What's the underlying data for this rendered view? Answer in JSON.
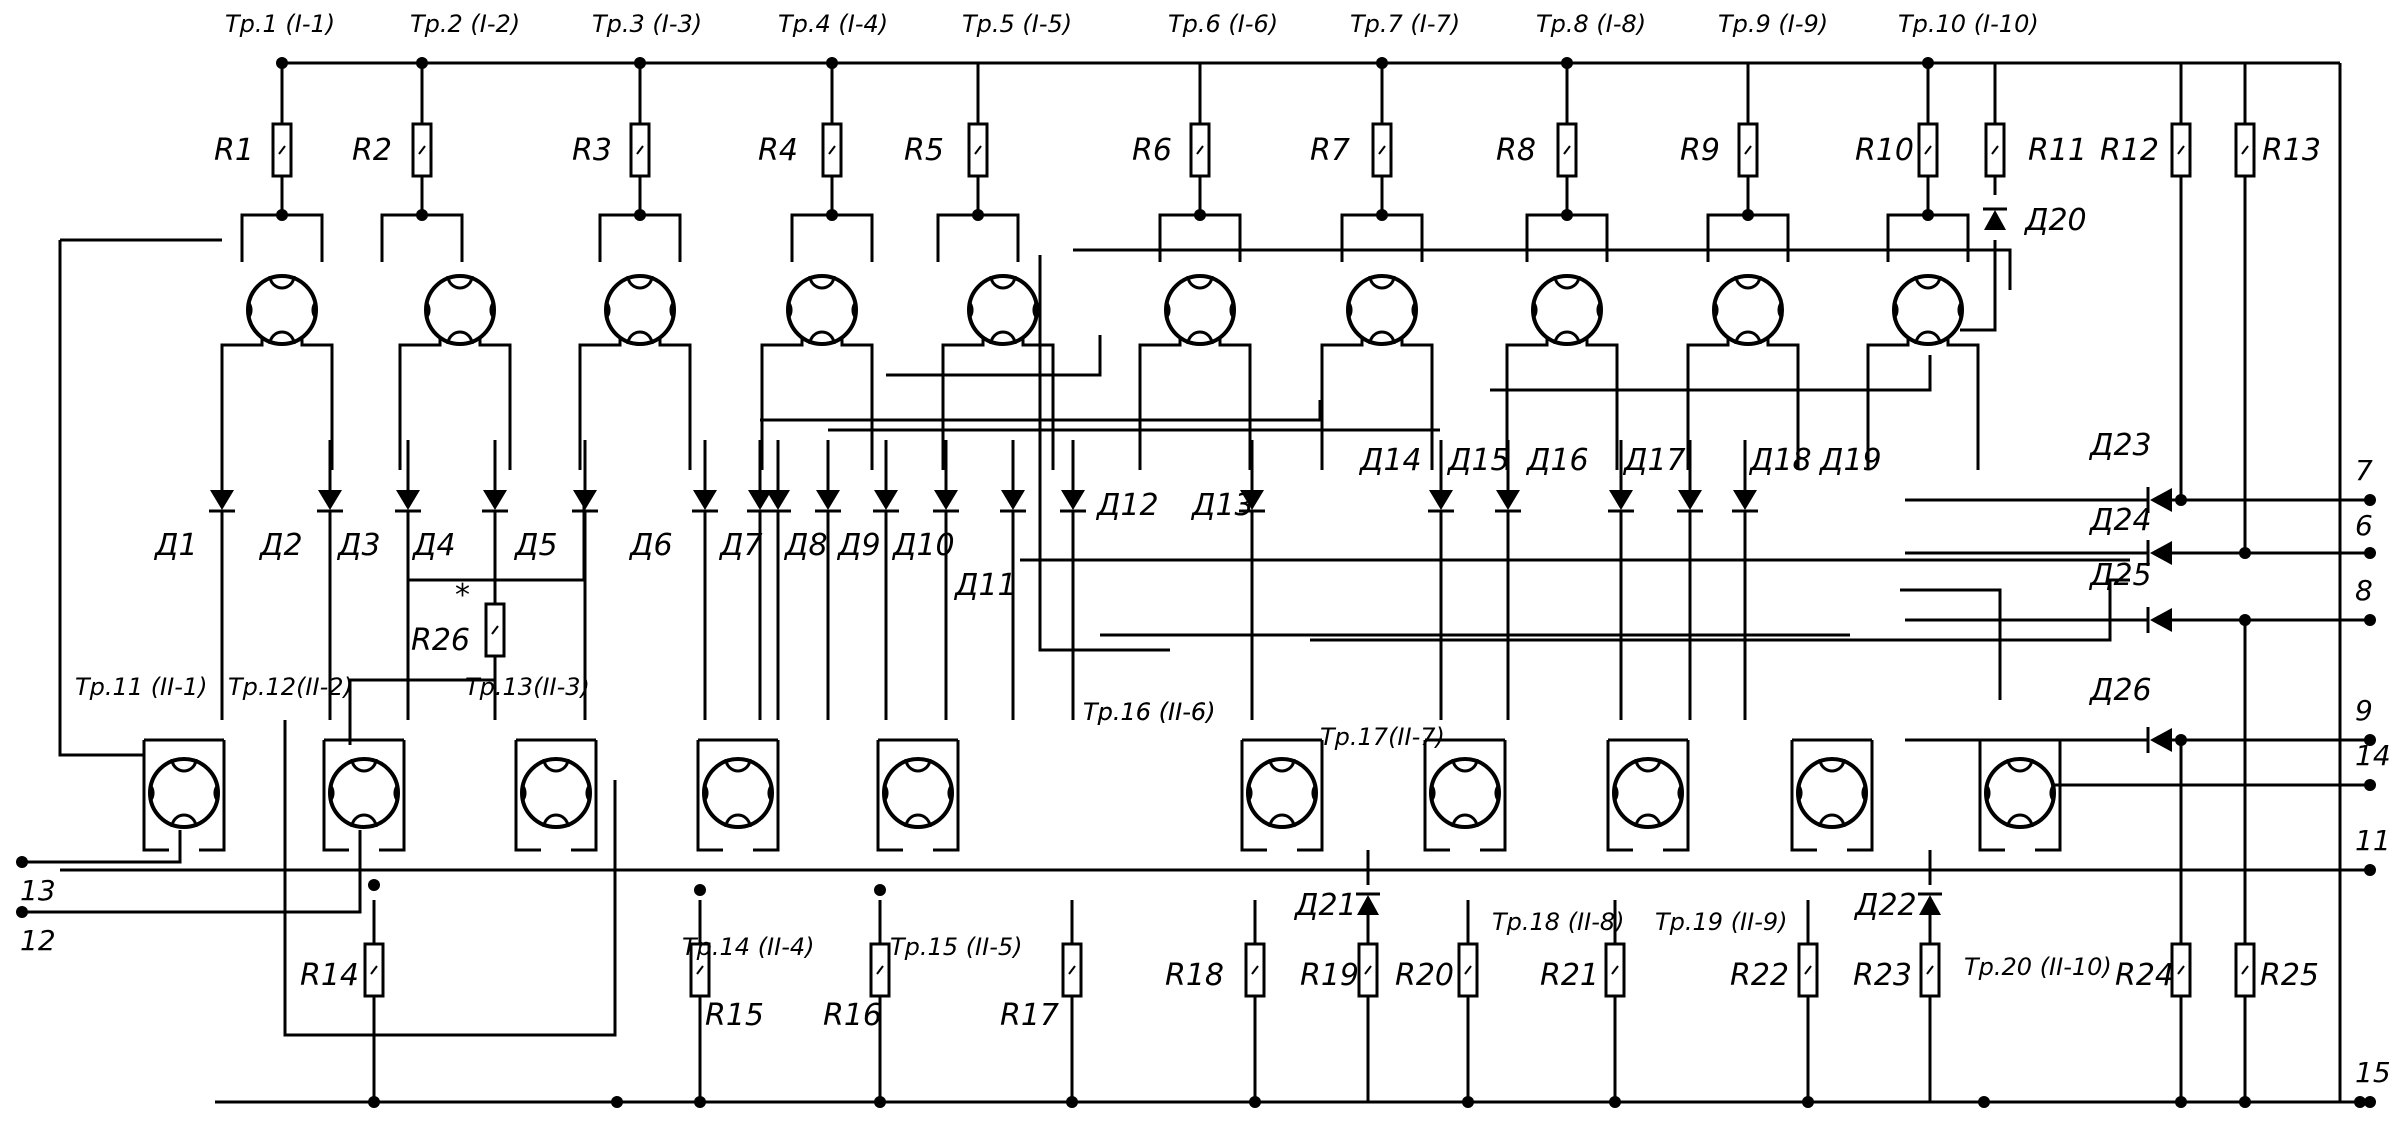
{
  "diagram": {
    "top_transistors": [
      {
        "id": "tp1",
        "label": "Тр.1 (I-1)"
      },
      {
        "id": "tp2",
        "label": "Тр.2 (I-2)"
      },
      {
        "id": "tp3",
        "label": "Тр.3 (I-3)"
      },
      {
        "id": "tp4",
        "label": "Тр.4 (I-4)"
      },
      {
        "id": "tp5",
        "label": "Тр.5 (I-5)"
      },
      {
        "id": "tp6",
        "label": "Тр.6 (I-6)"
      },
      {
        "id": "tp7",
        "label": "Тр.7 (I-7)"
      },
      {
        "id": "tp8",
        "label": "Тр.8 (I-8)"
      },
      {
        "id": "tp9",
        "label": "Тр.9 (I-9)"
      },
      {
        "id": "tp10",
        "label": "Тр.10 (I-10)"
      }
    ],
    "top_resistors": [
      "R1",
      "R2",
      "R3",
      "R4",
      "R5",
      "R6",
      "R7",
      "R8",
      "R9",
      "R10",
      "R11",
      "R12",
      "R13"
    ],
    "diodes": [
      "Д1",
      "Д2",
      "Д3",
      "Д4",
      "Д5",
      "Д6",
      "Д7",
      "Д8",
      "Д9",
      "Д10",
      "Д11",
      "Д12",
      "Д13",
      "Д14",
      "Д15",
      "Д16",
      "Д17",
      "Д18",
      "Д19"
    ],
    "diode_d20": "Д20",
    "right_diodes": [
      "Д23",
      "Д24",
      "Д25",
      "Д26"
    ],
    "small_diodes": [
      "Д21",
      "Д22"
    ],
    "r26_label": "R26",
    "r26_mark": "*",
    "bottom_transistors": [
      {
        "id": "tp11",
        "label": "Тр.11 (II-1)"
      },
      {
        "id": "tp12",
        "label": "Тр.12(II-2)"
      },
      {
        "id": "tp13",
        "label": "Тр.13(II-3)"
      },
      {
        "id": "tp14",
        "label": "Тр.14 (II-4)"
      },
      {
        "id": "tp15",
        "label": "Тр.15 (II-5)"
      },
      {
        "id": "tp16",
        "label": "Тр.16 (II-6)"
      },
      {
        "id": "tp17",
        "label": "Тр.17(II-7)"
      },
      {
        "id": "tp18",
        "label": "Тр.18 (II-8)"
      },
      {
        "id": "tp19",
        "label": "Тр.19 (II-9)"
      },
      {
        "id": "tp20",
        "label": "Тр.20 (II-10)"
      }
    ],
    "bottom_resistors": [
      "R14",
      "R15",
      "R16",
      "R17",
      "R18",
      "R19",
      "R20",
      "R21",
      "R22",
      "R23",
      "R24",
      "R25"
    ],
    "pins": [
      "7",
      "6",
      "8",
      "9",
      "14",
      "11",
      "13",
      "12",
      "15"
    ]
  }
}
